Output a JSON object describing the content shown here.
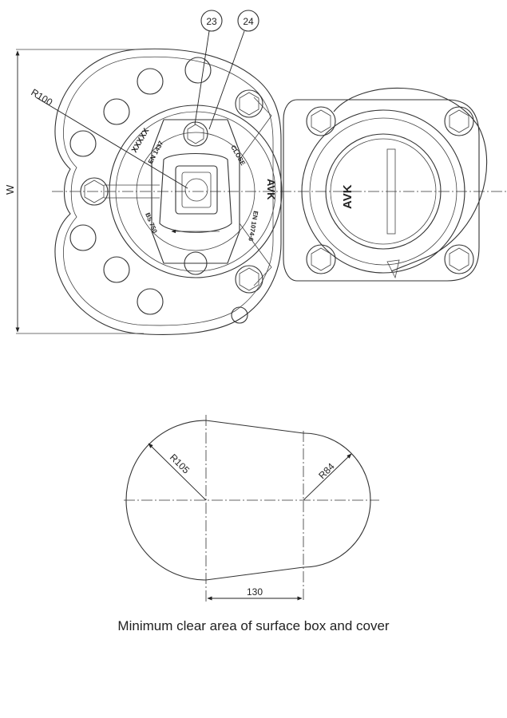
{
  "callouts": [
    "23",
    "24"
  ],
  "dimensions": {
    "width_label": "W",
    "top_radius": "R100",
    "clear_left_radius": "R105",
    "clear_right_radius": "R84",
    "clear_centre_distance": "130"
  },
  "valve_markings": {
    "serial": "XXXXX",
    "standard_1": "EN 1437",
    "standard_2": "EN 1074-6",
    "standard_3": "BS 750",
    "close": "CLOSE",
    "logo": "AVK"
  },
  "caption": "Minimum clear area of surface box and cover"
}
